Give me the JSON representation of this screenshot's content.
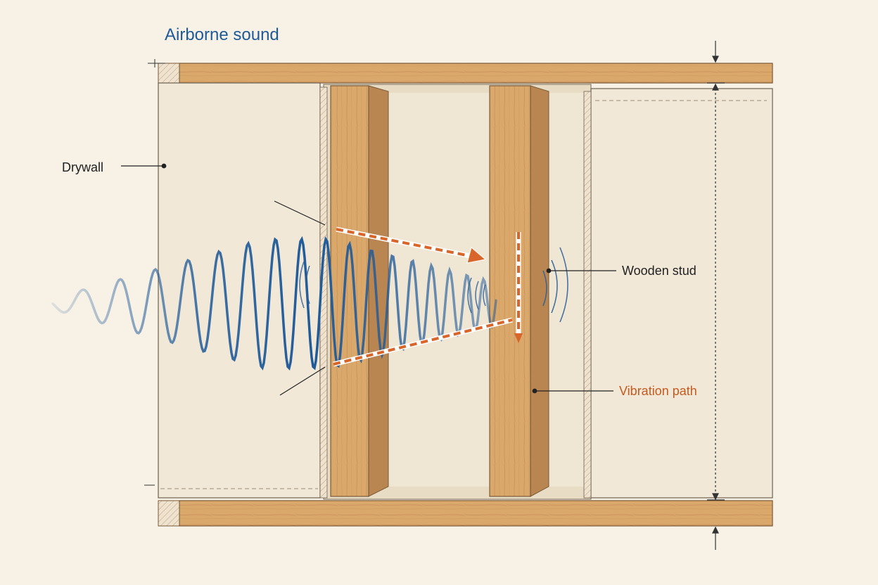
{
  "labels": {
    "airborne_sound": "Airborne sound",
    "drywall": "Drywall",
    "wooden_stud": "Wooden stud",
    "vibration_path": "Vibration path"
  },
  "colors": {
    "background": "#f7f1e6",
    "drywall": "#efe6d6",
    "cavity": "#e8dcc6",
    "wood": "#d9a56a",
    "wood_dark": "#b8834e",
    "sound_wave": "#1f5a99",
    "vibration_arrow": "#d8662a",
    "leader_line": "#222222"
  },
  "icons": {
    "dimension_arrow": "dimension-arrow-icon",
    "wave": "sound-wave-icon"
  }
}
